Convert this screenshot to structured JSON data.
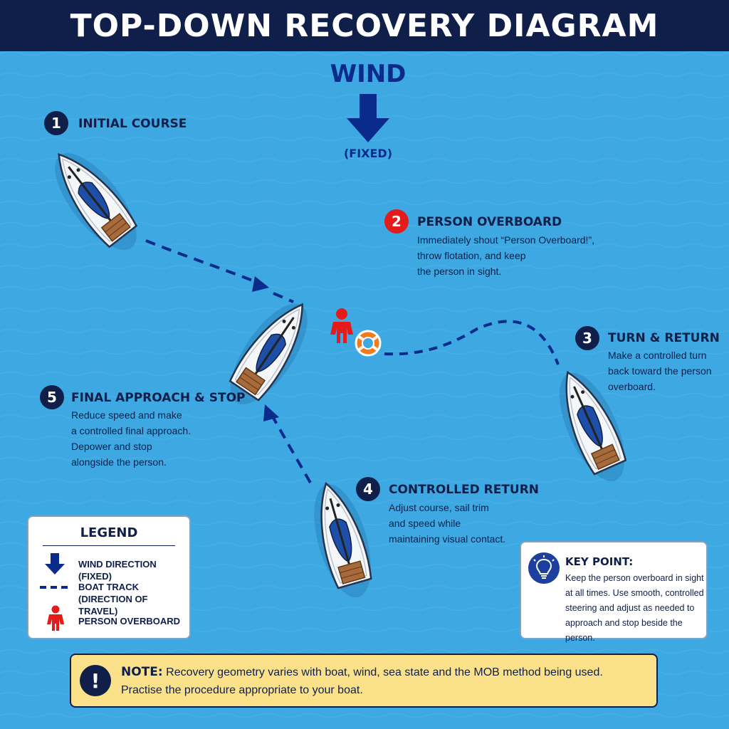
{
  "title": "TOP-DOWN RECOVERY DIAGRAM",
  "wind": {
    "label": "WIND",
    "sub": "(FIXED)"
  },
  "steps": [
    {
      "num": "1",
      "title": "INITIAL COURSE",
      "desc": ""
    },
    {
      "num": "2",
      "title": "PERSON OVERBOARD",
      "desc": [
        "Immediately shout “Person Overboard!”,",
        "throw flotation, and keep",
        "the person in sight."
      ]
    },
    {
      "num": "3",
      "title": "TURN & RETURN",
      "desc": [
        "Make a controlled turn",
        "back toward the person",
        "overboard."
      ]
    },
    {
      "num": "4",
      "title": "CONTROLLED RETURN",
      "desc": [
        "Adjust course, sail trim",
        "and speed while",
        "maintaining visual contact."
      ]
    },
    {
      "num": "5",
      "title": "FINAL APPROACH & STOP",
      "desc": [
        "Reduce speed and make",
        "a controlled final approach.",
        "Depower and stop",
        "alongside the person."
      ]
    }
  ],
  "legend": {
    "title": "LEGEND",
    "items": [
      {
        "icon": "wind-arrow-icon",
        "label": "WIND DIRECTION (FIXED)"
      },
      {
        "icon": "dashed-track-icon",
        "label": [
          "BOAT TRACK",
          "(DIRECTION OF TRAVEL)"
        ]
      },
      {
        "icon": "person-icon",
        "label": "PERSON OVERBOARD"
      }
    ]
  },
  "key_point": {
    "title": "KEY POINT:",
    "text": [
      "Keep the person overboard in sight",
      "at all times. Use smooth, controlled",
      "steering and adjust as needed to",
      "approach and stop beside the person."
    ]
  },
  "note": {
    "head": "NOTE:",
    "text": "Recovery geometry varies with boat, wind, sea state and the MOB method being used.",
    "text2": "Practise the procedure appropriate to your boat."
  },
  "colors": {
    "sea": "#3ea8e2",
    "navy": "#0f1f4a",
    "arrow_blue": "#0a2a8c",
    "alert_red": "#e31b1b",
    "note_yellow": "#fbe28a"
  }
}
